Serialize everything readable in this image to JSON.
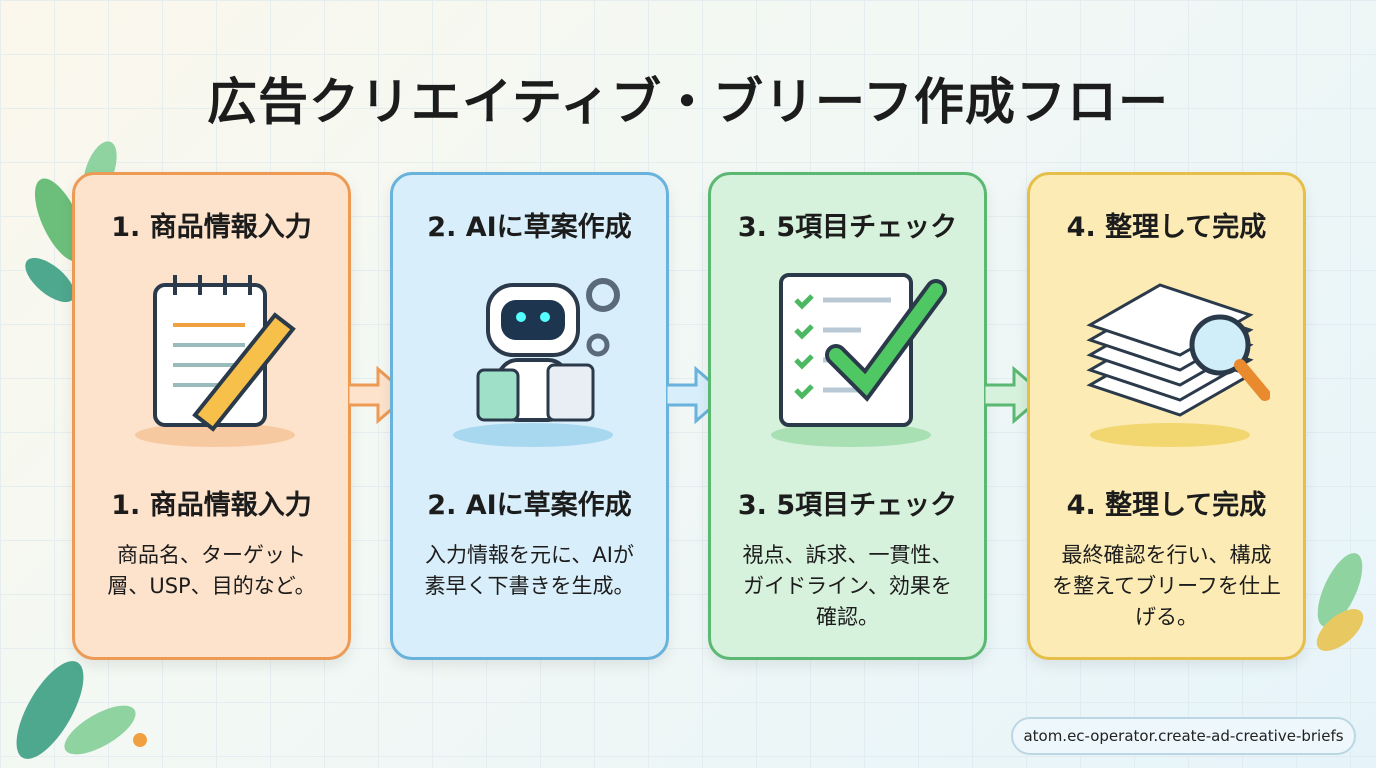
{
  "title": "広告クリエイティブ・ブリーフ作成フロー",
  "steps": [
    {
      "title": "1. 商品情報入力",
      "description": "商品名、ターゲット層、USP、目的など。",
      "icon": "notepad-pencil-icon",
      "color": "#ec9a54"
    },
    {
      "title": "2. AIに草案作成",
      "description": "入力情報を元に、AIが素早く下書きを生成。",
      "icon": "robot-icon",
      "color": "#68b2dc"
    },
    {
      "title": "3. 5項目チェック",
      "description": "視点、訴求、一貫性、ガイドライン、効果を確認。",
      "icon": "checklist-icon",
      "color": "#5ab872"
    },
    {
      "title": "4. 整理して完成",
      "description": "最終確認を行い、構成を整えてブリーフを仕上げる。",
      "icon": "documents-magnifier-icon",
      "color": "#e5bf4a"
    }
  ],
  "footer_tag": "atom.ec-operator.create-ad-creative-briefs"
}
